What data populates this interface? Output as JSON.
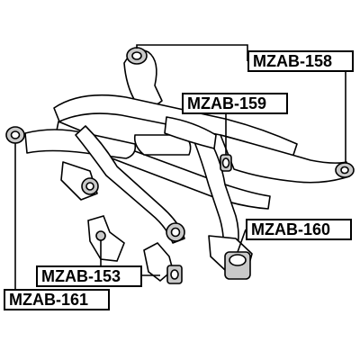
{
  "labels": {
    "mzab_158": "MZAB-158",
    "mzab_159": "MZAB-159",
    "mzab_160": "MZAB-160",
    "mzab_153": "MZAB-153",
    "mzab_161": "MZAB-161"
  },
  "colors": {
    "line": "#000000",
    "frame_fill": "#ffffff",
    "bushing_fill": "#c9c9c9",
    "background": "#ffffff"
  }
}
